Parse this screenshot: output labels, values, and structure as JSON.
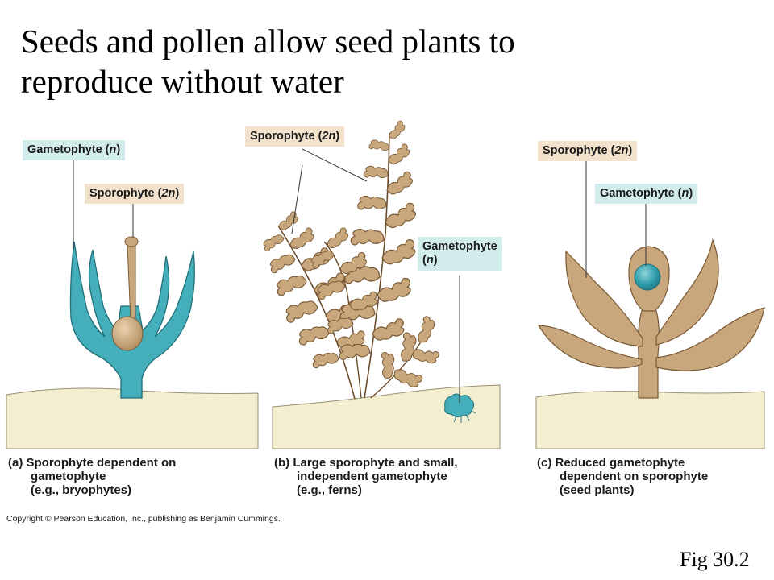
{
  "title": {
    "line1": "Seeds and pollen allow seed plants to",
    "line2": "reproduce without water"
  },
  "panels": [
    {
      "gametophyte_label": {
        "text": "Gametophyte (",
        "sym": "n",
        "close": ")"
      },
      "sporophyte_label": {
        "text": "Sporophyte (",
        "sym": "2n",
        "close": ")"
      },
      "caption": [
        "(a) Sporophyte dependent on",
        "gametophyte",
        "(e.g., bryophytes)"
      ]
    },
    {
      "sporophyte_label": {
        "text": "Sporophyte (",
        "sym": "2n",
        "close": ")"
      },
      "gametophyte_label": {
        "line1": "Gametophyte",
        "text": "(",
        "sym": "n",
        "close": ")"
      },
      "caption": [
        "(b) Large sporophyte and small,",
        "independent gametophyte",
        "(e.g., ferns)"
      ]
    },
    {
      "sporophyte_label": {
        "text": "Sporophyte (",
        "sym": "2n",
        "close": ")"
      },
      "gametophyte_label": {
        "text": "Gametophyte (",
        "sym": "n",
        "close": ")"
      },
      "caption": [
        "(c) Reduced gametophyte",
        "dependent on sporophyte",
        "(seed plants)"
      ]
    }
  ],
  "copyright": "Copyright © Pearson Education, Inc., publishing as Benjamin Cummings.",
  "figure_ref": "Fig 30.2",
  "colors": {
    "gametophyte": "#3fa9b5",
    "sporophyte": "#c9a77c",
    "ground": "#f3eed0",
    "gametophyte_label_bg": "#d2ecec",
    "sporophyte_label_bg": "#f2e2cc"
  }
}
